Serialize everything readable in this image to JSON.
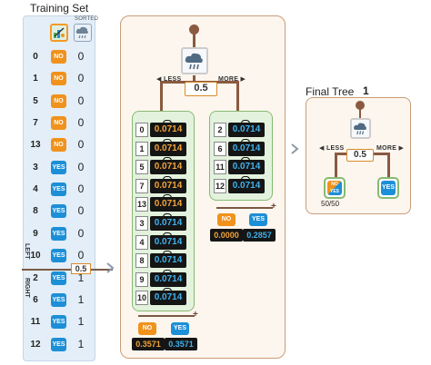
{
  "training_set": {
    "title": "Training Set",
    "sorted_label": "SORTED",
    "left_label": "LEFT",
    "right_label": "RIGHT",
    "split_value": "0.5",
    "rows": [
      {
        "id": "0",
        "label": "NO",
        "bin": "0"
      },
      {
        "id": "1",
        "label": "NO",
        "bin": "0"
      },
      {
        "id": "5",
        "label": "NO",
        "bin": "0"
      },
      {
        "id": "7",
        "label": "NO",
        "bin": "0"
      },
      {
        "id": "13",
        "label": "NO",
        "bin": "0"
      },
      {
        "id": "3",
        "label": "YES",
        "bin": "0"
      },
      {
        "id": "4",
        "label": "YES",
        "bin": "0"
      },
      {
        "id": "8",
        "label": "YES",
        "bin": "0"
      },
      {
        "id": "9",
        "label": "YES",
        "bin": "0"
      },
      {
        "id": "10",
        "label": "YES",
        "bin": "0"
      },
      {
        "id": "2",
        "label": "YES",
        "bin": "1"
      },
      {
        "id": "6",
        "label": "YES",
        "bin": "1"
      },
      {
        "id": "11",
        "label": "YES",
        "bin": "1"
      },
      {
        "id": "12",
        "label": "YES",
        "bin": "1"
      }
    ]
  },
  "node": {
    "less_label": "LESS",
    "more_label": "MORE",
    "threshold": "0.5",
    "left_items": [
      {
        "id": "0",
        "class": "no",
        "weight": "0.0714"
      },
      {
        "id": "1",
        "class": "no",
        "weight": "0.0714"
      },
      {
        "id": "5",
        "class": "no",
        "weight": "0.0714"
      },
      {
        "id": "7",
        "class": "no",
        "weight": "0.0714"
      },
      {
        "id": "13",
        "class": "no",
        "weight": "0.0714"
      },
      {
        "id": "3",
        "class": "yes",
        "weight": "0.0714"
      },
      {
        "id": "4",
        "class": "yes",
        "weight": "0.0714"
      },
      {
        "id": "8",
        "class": "yes",
        "weight": "0.0714"
      },
      {
        "id": "9",
        "class": "yes",
        "weight": "0.0714"
      },
      {
        "id": "10",
        "class": "yes",
        "weight": "0.0714"
      }
    ],
    "right_items": [
      {
        "id": "2",
        "class": "yes",
        "weight": "0.0714"
      },
      {
        "id": "6",
        "class": "yes",
        "weight": "0.0714"
      },
      {
        "id": "11",
        "class": "yes",
        "weight": "0.0714"
      },
      {
        "id": "12",
        "class": "yes",
        "weight": "0.0714"
      }
    ],
    "left_totals": {
      "no_label": "NO",
      "yes_label": "YES",
      "no_value": "0.3571",
      "yes_value": "0.3571",
      "plus": "+"
    },
    "right_totals": {
      "no_label": "NO",
      "yes_label": "YES",
      "no_value": "0.0000",
      "yes_value": "0.2857",
      "plus": "+"
    }
  },
  "final_tree": {
    "title": "Final Tree",
    "count": "1",
    "less_label": "LESS",
    "more_label": "MORE",
    "threshold": "0.5",
    "left_leaf": {
      "label_no": "NO",
      "label_yes": "YES",
      "split_text": "50/50"
    },
    "right_leaf": {
      "label": "YES"
    }
  },
  "colors": {
    "no": "#f0921c",
    "yes": "#1d8fd6",
    "leaf_green": "#e3f2dd",
    "frame_brown": "#c89d78"
  },
  "icons": [
    "tree-chart-icon",
    "cloud-rain-icon",
    "arrow-right-icon",
    "weight-icon"
  ]
}
